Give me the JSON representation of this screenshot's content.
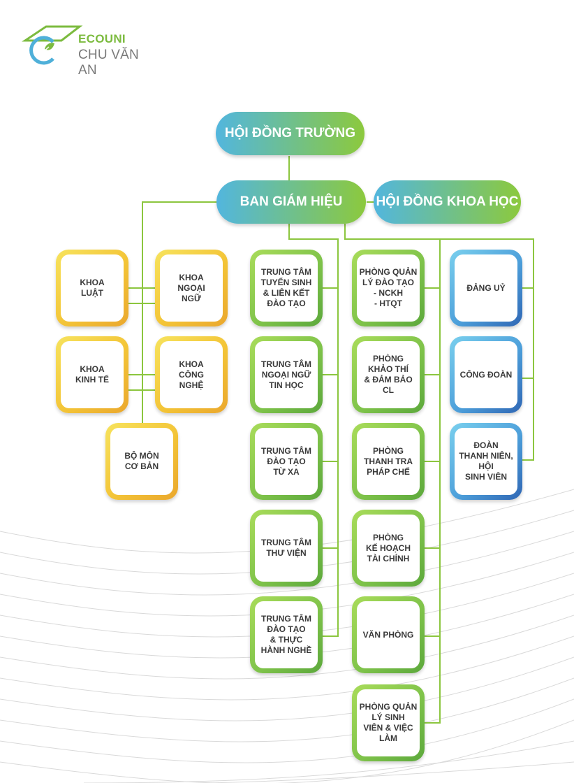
{
  "logo": {
    "brand": "ECOUNI",
    "name": "CHU VĂN AN"
  },
  "top": {
    "hoi_dong_truong": "HỘI ĐỒNG TRƯỜNG",
    "ban_giam_hieu": "BAN GIÁM HIỆU",
    "hoi_dong_khoa_hoc": "HỘI ĐỒNG KHOA HỌC"
  },
  "faculties": [
    "KHOA\nLUẬT",
    "KHOA\nNGOẠI\nNGỮ",
    "KHOA\nKINH TẾ",
    "KHOA\nCÔNG\nNGHỆ",
    "BỘ MÔN\nCƠ BẢN"
  ],
  "centers": [
    "TRUNG TÂM\nTUYỂN SINH\n& LIÊN KẾT\nĐÀO TẠO",
    "TRUNG TÂM\nNGOẠI NGỮ\nTIN HỌC",
    "TRUNG TÂM\nĐÀO TẠO\nTỪ XA",
    "TRUNG TÂM\nTHƯ VIỆN",
    "TRUNG TÂM\nĐÀO TẠO\n& THỰC\nHÀNH NGHỀ"
  ],
  "departments": [
    "PHÒNG QUẢN\nLÝ ĐÀO TẠO\n- NCKH\n- HTQT",
    "PHÒNG\nKHẢO THÍ\n& ĐẢM BẢO\nCL",
    "PHÒNG\nTHANH TRA\nPHÁP CHẾ",
    "PHÒNG\nKẾ HOẠCH\nTÀI CHÍNH",
    "VĂN PHÒNG",
    "PHÒNG QUẢN\nLÝ SINH\nVIÊN & VIỆC\nLÀM"
  ],
  "organizations": [
    "ĐẢNG UỶ",
    "CÔNG ĐOÀN",
    "ĐOÀN\nTHANH NIÊN,\nHỘI\nSINH VIÊN"
  ],
  "colors": {
    "line": "#8cc63f",
    "pill_start": "#52b6de",
    "pill_end": "#8cc93d",
    "yellow": "#f3c437",
    "green": "#7fc34a",
    "blue": "#4d9fda"
  }
}
